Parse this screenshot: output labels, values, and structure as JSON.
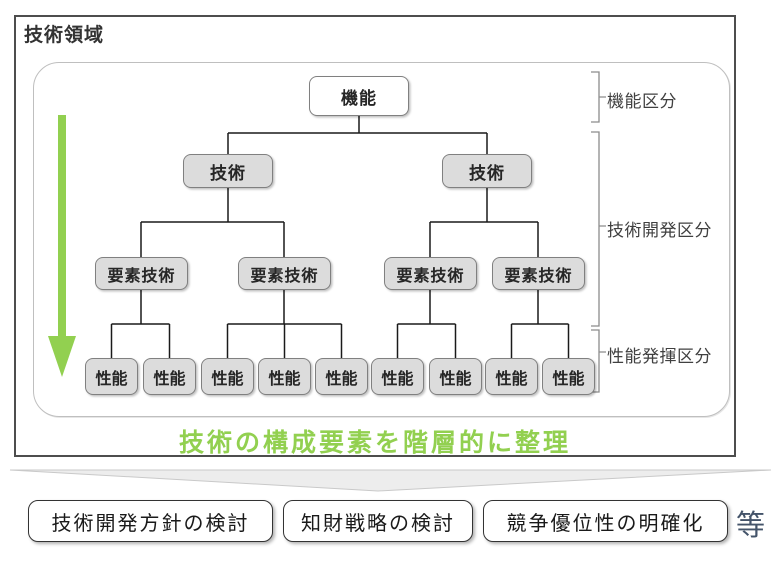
{
  "title": "技術領域",
  "tree": {
    "root": {
      "label": "機能"
    },
    "tech": [
      {
        "label": "技術"
      },
      {
        "label": "技術"
      }
    ],
    "element": [
      {
        "label": "要素技術"
      },
      {
        "label": "要素技術"
      },
      {
        "label": "要素技術"
      },
      {
        "label": "要素技術"
      }
    ],
    "perf": [
      {
        "label": "性能"
      },
      {
        "label": "性能"
      },
      {
        "label": "性能"
      },
      {
        "label": "性能"
      },
      {
        "label": "性能"
      },
      {
        "label": "性能"
      },
      {
        "label": "性能"
      },
      {
        "label": "性能"
      },
      {
        "label": "性能"
      }
    ]
  },
  "side_labels": [
    {
      "label": "機能区分"
    },
    {
      "label": "技術開発区分"
    },
    {
      "label": "性能発揮区分"
    }
  ],
  "caption": "技術の構成要素を階層的に整理",
  "outcomes": [
    {
      "label": "技術開発方針の検討"
    },
    {
      "label": "知財戦略の検討"
    },
    {
      "label": "競争優位性の明確化"
    }
  ],
  "etc": "等",
  "colors": {
    "accent_green": "#92d050",
    "node_fill": "#dcdcdc",
    "node_border": "#808080",
    "outer_border": "#4d4d4d",
    "inner_border": "#bfbfbf",
    "etc_text": "#44546a",
    "funnel_fill": "#ededed"
  }
}
